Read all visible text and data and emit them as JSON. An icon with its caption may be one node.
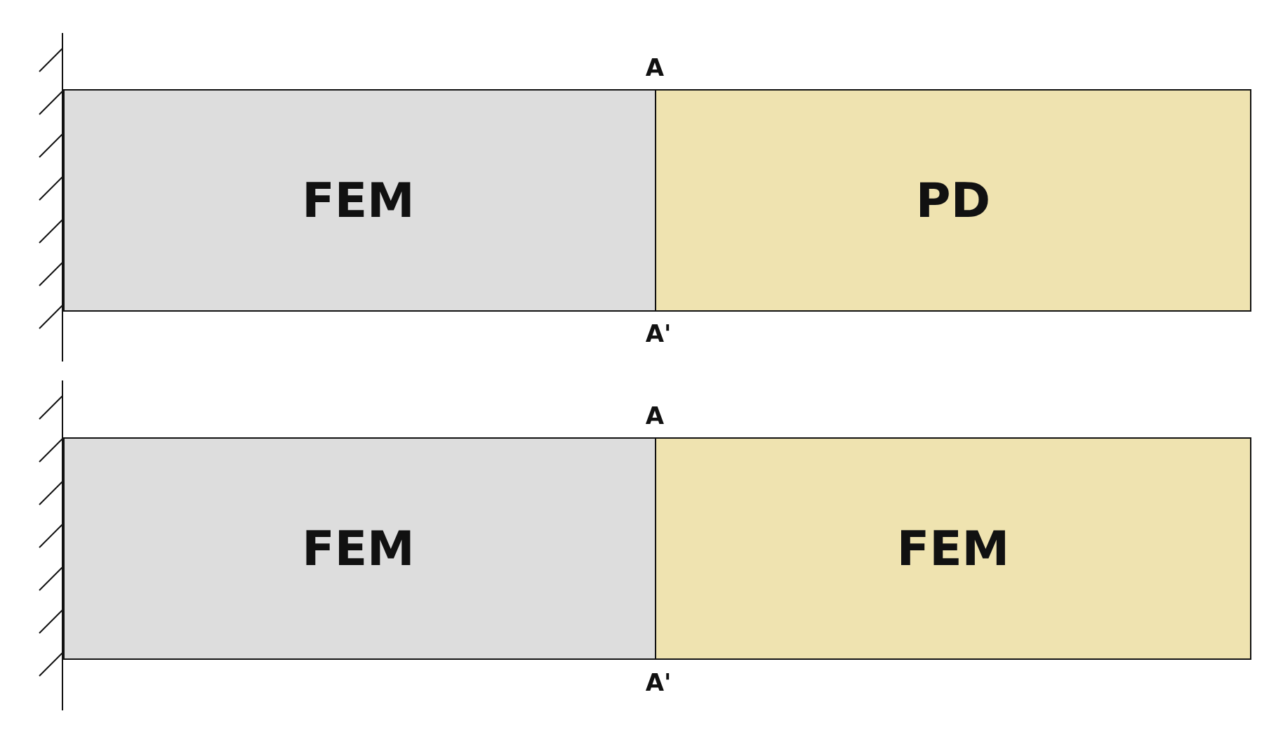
{
  "diagram": {
    "nodes": [
      {
        "text": [
          "FEM"
        ]
      },
      {
        "text": [
          "PD"
        ]
      },
      {
        "text": [
          "FEM"
        ]
      },
      {
        "text": [
          "FEM"
        ]
      }
    ],
    "labels": [
      "A",
      "A'",
      "A",
      "A'"
    ]
  }
}
